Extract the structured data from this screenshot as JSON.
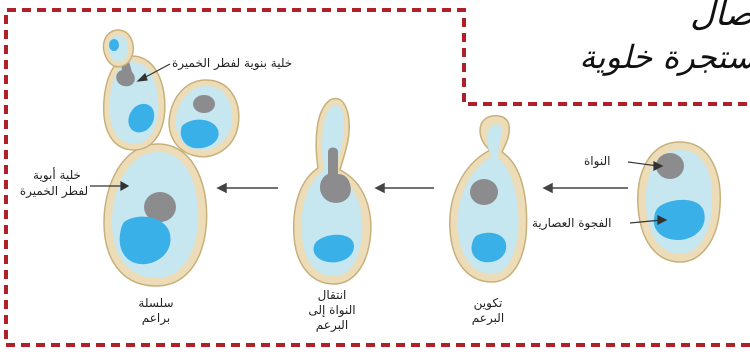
{
  "heading": {
    "line1": "صال",
    "line2": "ستجرة خلوية"
  },
  "labels": {
    "daughter_cell": "خلية بنوية لفطر الخميرة",
    "parent_cell_line1": "خلية أبوية",
    "parent_cell_line2": "لفطر الخميرة",
    "nucleus": "النواة",
    "vacuole": "الفجوة العصارية"
  },
  "stages": [
    {
      "id": "chain",
      "lines": [
        "سلسلة",
        "براعم"
      ]
    },
    {
      "id": "nucleus-move",
      "lines": [
        "انتقال",
        "النواة إلى",
        "البرعم"
      ]
    },
    {
      "id": "bud-form",
      "lines": [
        "تكوين",
        "البرعم"
      ]
    }
  ],
  "colors": {
    "frame": "#b0202a",
    "cell_wall": "#ecdcb8",
    "cell_wall_stroke": "#c8b07a",
    "cytoplasm": "#c6e6f0",
    "nucleus": "#8c8c8e",
    "vacuole": "#3ab0e8",
    "arrow": "#444444"
  }
}
